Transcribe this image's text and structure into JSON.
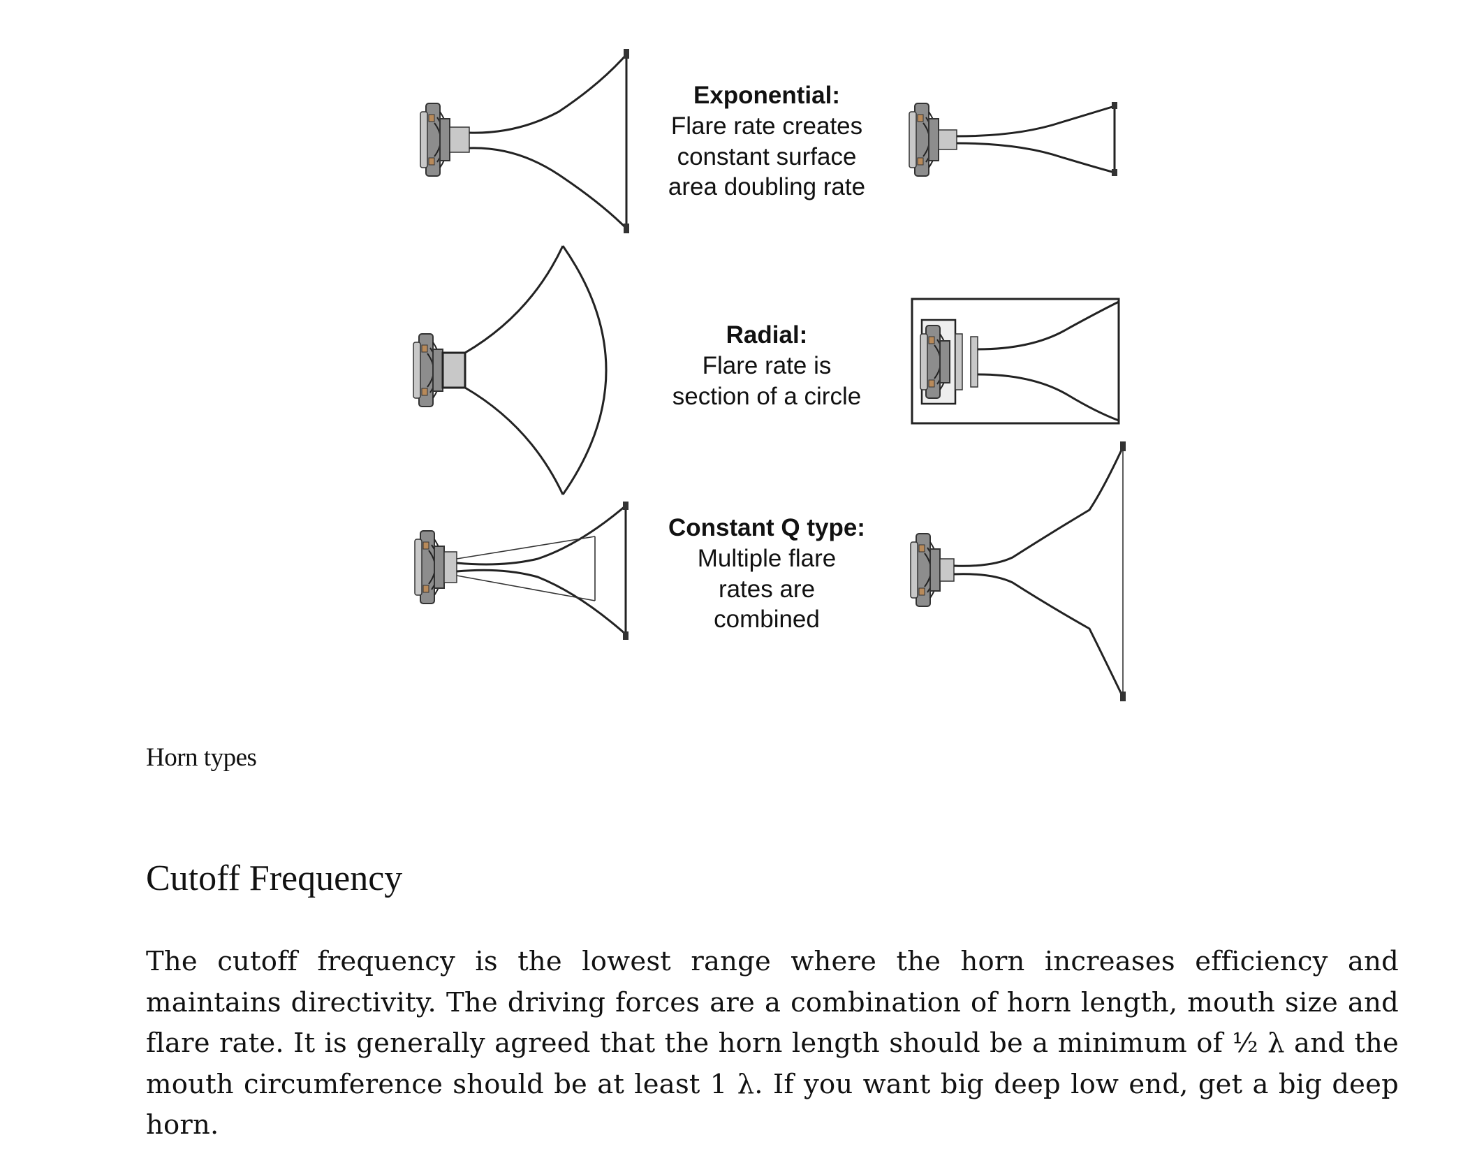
{
  "figure": {
    "labels": [
      {
        "title": "Exponential:",
        "lines": [
          "Flare rate creates",
          "constant surface",
          "area doubling rate"
        ]
      },
      {
        "title": "Radial:",
        "lines": [
          "Flare rate is",
          "section of a circle"
        ]
      },
      {
        "title": "Constant Q type:",
        "lines": [
          "Multiple flare",
          "rates are",
          "combined"
        ]
      }
    ]
  },
  "caption": "Horn types",
  "section": {
    "heading": "Cutoff Frequency",
    "paragraph": "The cutoff frequency is the lowest range where the horn increases efficiency and maintains directivity. The driving forces are a combination of horn length, mouth size and flare rate. It is generally agreed that the horn length should be a minimum of ½ λ and the mouth circumference should be at least 1 λ. If you want big deep low end, get a big deep horn."
  }
}
